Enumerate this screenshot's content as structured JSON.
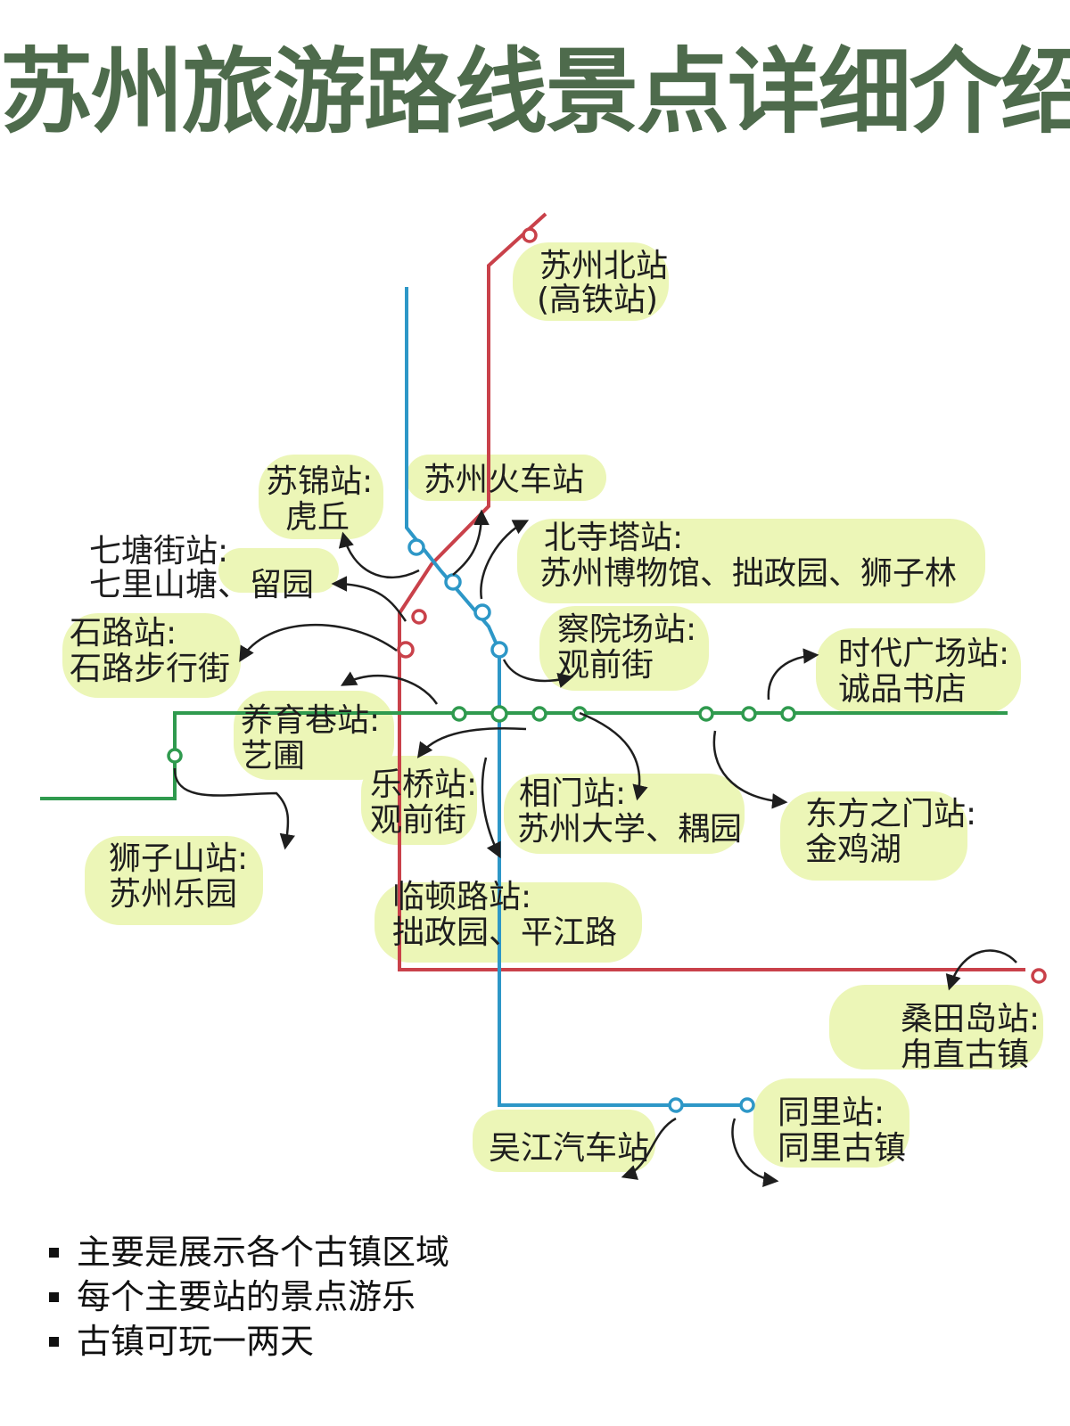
{
  "title": "苏州旅游路线景点详细介绍",
  "colors": {
    "title": "#4e6b4c",
    "red_line": "#c9414a",
    "blue_line": "#2d97c7",
    "green_line": "#2f9a4e",
    "highlight": "#ecf6b7"
  },
  "stations": {
    "suzhou_north": {
      "line1": "苏州北站",
      "line2": "(高铁站)"
    },
    "suzhou_railway": {
      "line1": "苏州火车站"
    },
    "sujin": {
      "line1": "苏锦站:",
      "line2": "虎丘"
    },
    "qitangjie": {
      "line1": "七塘街站:",
      "line2": "七里山塘、留园"
    },
    "beisita": {
      "line1": "北寺塔站:",
      "line2": "苏州博物馆、拙政园、狮子林"
    },
    "shilu": {
      "line1": "石路站:",
      "line2": "石路步行街"
    },
    "chayuanchang": {
      "line1": "察院场站:",
      "line2": "观前街"
    },
    "shidai": {
      "line1": "时代广场站:",
      "line2": "诚品书店"
    },
    "yangyuxiang": {
      "line1": "养育巷站:",
      "line2": "艺圃"
    },
    "leqiao": {
      "line1": "乐桥站:",
      "line2": "观前街"
    },
    "xiangmen": {
      "line1": "相门站:",
      "line2": "苏州大学、耦园"
    },
    "dongfang": {
      "line1": "东方之门站:",
      "line2": "金鸡湖"
    },
    "shizishan": {
      "line1": "狮子山站:",
      "line2": "苏州乐园"
    },
    "lindunlu": {
      "line1": "临顿路站:",
      "line2": "拙政园、平江路"
    },
    "sangtiandao": {
      "line1": "桑田岛站:",
      "line2": "甪直古镇"
    },
    "tongli": {
      "line1": "同里站:",
      "line2": "同里古镇"
    },
    "wujiang": {
      "line1": "吴江汽车站"
    }
  },
  "notes": [
    "主要是展示各个古镇区域",
    "每个主要站的景点游乐",
    "古镇可玩一两天"
  ]
}
